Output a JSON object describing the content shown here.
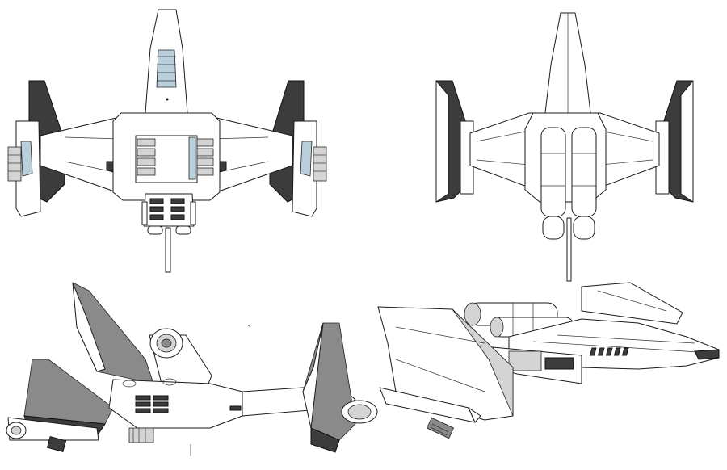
{
  "sheet": {
    "views": [
      {
        "id": "top-view"
      },
      {
        "id": "bottom-view"
      },
      {
        "id": "perspective-front-view"
      },
      {
        "id": "perspective-side-view"
      }
    ]
  },
  "colors": {
    "background": "#ffffff",
    "line": "#1a1a1a",
    "panel_dark": "#3c3c3c",
    "panel_mid": "#8a8a8a",
    "panel_light": "#d4d4d4",
    "glass": "#b9d0dc"
  }
}
